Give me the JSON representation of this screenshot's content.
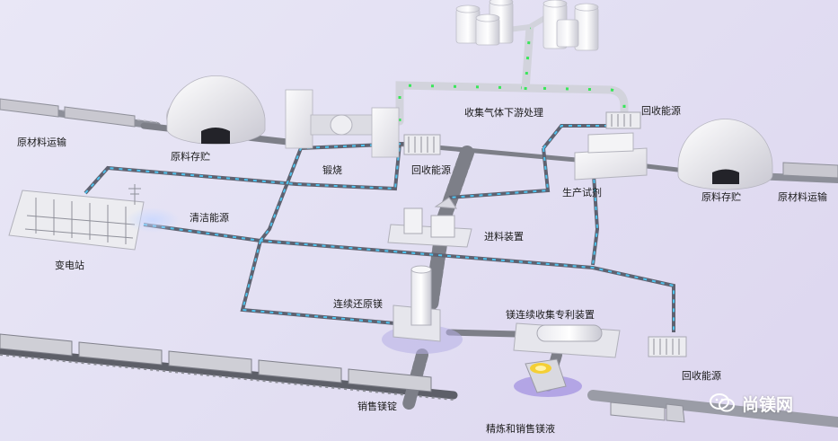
{
  "labels": {
    "raw_transport_left": "原材料运输",
    "raw_storage_left": "原料存贮",
    "calcination": "锻烧",
    "heat_recovery_center": "回收能源",
    "gas_processing": "收集气体下游处理",
    "heat_recovery_top": "回收能源",
    "reagent_production": "生产试剂",
    "raw_storage_right": "原料存贮",
    "raw_transport_right": "原材料运输",
    "clean_energy": "清洁能源",
    "substation": "变电站",
    "feeding_device": "进料装置",
    "continuous_reduction": "连续还原镁",
    "mg_collection_device": "镁连续收集专利装置",
    "heat_recovery_bottom": "回收能源",
    "ingot_sales": "销售镁锭",
    "refining_sales": "精炼和销售镁液"
  },
  "watermark": {
    "text": "尚镁网",
    "icon": "wechat-icon"
  },
  "colors": {
    "background": "#e6e3f4",
    "pipe_gray": "#5f6270",
    "pipe_dash": "#4fc4f0",
    "gas_dash": "#39e65a",
    "belt": "#7d7f88",
    "building": "#f2f2f4"
  }
}
